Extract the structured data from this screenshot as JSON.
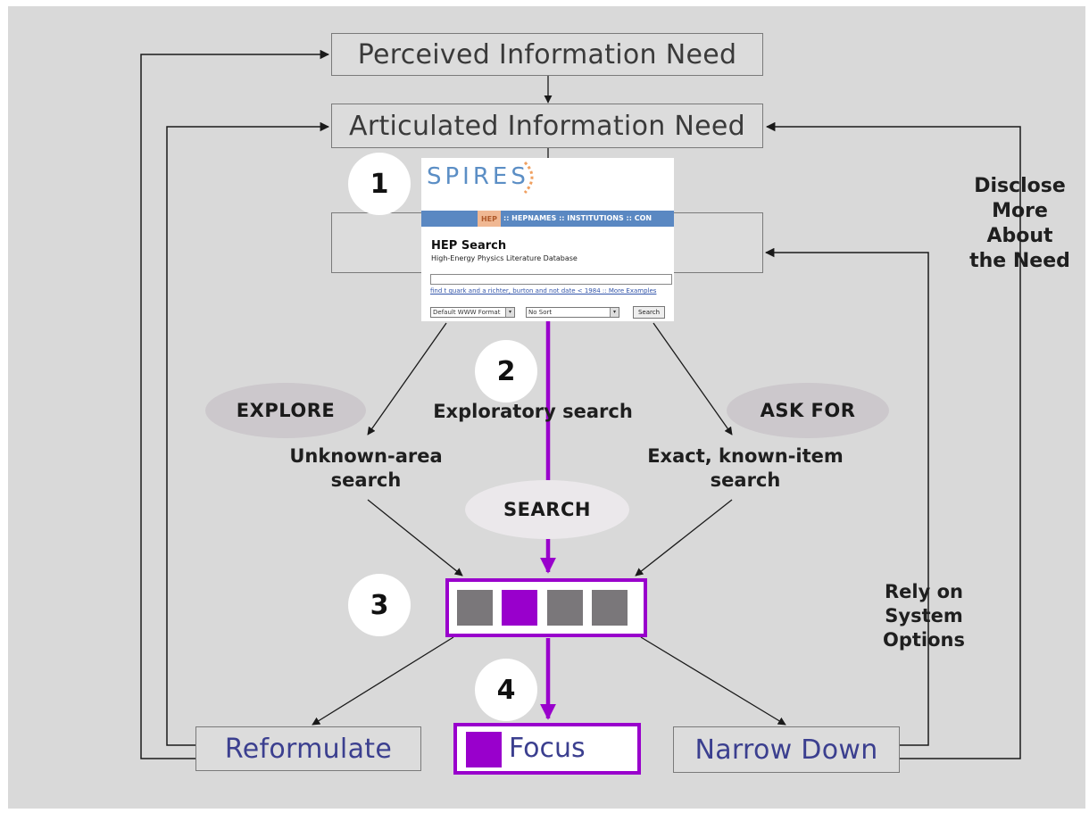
{
  "diagram": {
    "boxes": {
      "perceived": "Perceived Information Need",
      "articulated": "Articulated Information Need",
      "reformulate": "Reformulate",
      "focus": "Focus",
      "narrow_down": "Narrow Down"
    },
    "steps": [
      "1",
      "2",
      "3",
      "4"
    ],
    "modes": {
      "explore": "EXPLORE",
      "ask_for": "ASK FOR",
      "search": "SEARCH"
    },
    "labels": {
      "exploratory": "Exploratory search",
      "unknown_area_1": "Unknown-area",
      "unknown_area_2": "search",
      "known_item_1": "Exact, known-item",
      "known_item_2": "search",
      "disclose": [
        "Disclose",
        "More",
        "About",
        "the Need"
      ],
      "rely": [
        "Rely on",
        "System",
        "Options"
      ]
    },
    "colors": {
      "background": "#d9d9d9",
      "accent_purple": "#9900cc",
      "box_text_blue": "#3b3f8f",
      "result_gray": "#7a777a"
    }
  },
  "spires": {
    "logo": "SPIRES",
    "nav_hep": "HEP",
    "nav_links": ":: HEPNAMES :: INSTITUTIONS :: CON",
    "title": "HEP Search",
    "subtitle": "High-Energy Physics Literature Database",
    "example": "find t quark and a richter, burton and not date < 1984 :: More Examples",
    "format_select": "Default WWW Format",
    "sort_select": "No Sort",
    "search_button": "Search"
  }
}
